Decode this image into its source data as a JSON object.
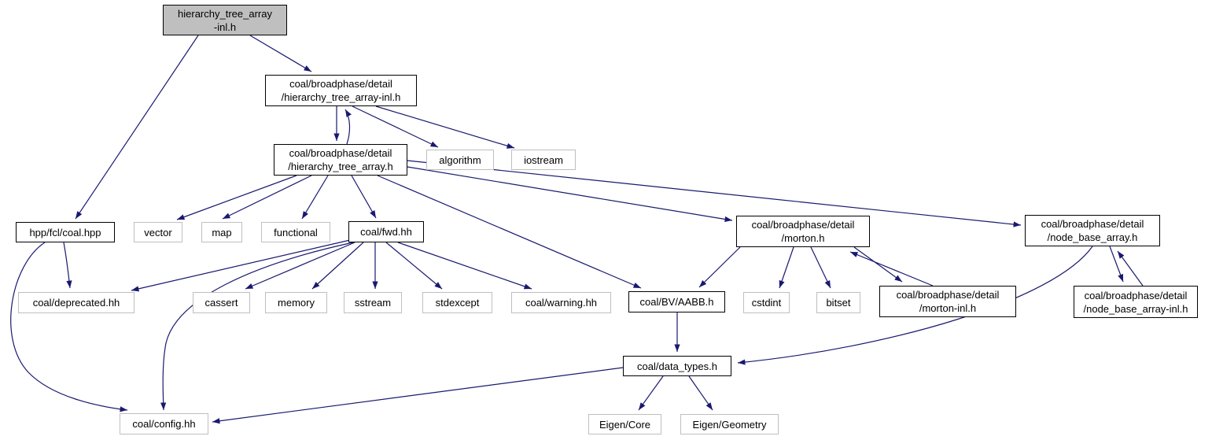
{
  "graph": {
    "type": "include-dependency-graph",
    "colors": {
      "edge": "#191970",
      "node_fill": "#ffffff",
      "root_fill": "#bfbfbf",
      "linked_node_border": "#000000",
      "external_node_border": "#bfbfbf",
      "text": "#000000",
      "background": "#ffffff"
    },
    "nodes": {
      "root": {
        "label": "hierarchy_tree_array\n-inl.h"
      },
      "hta_inl": {
        "label": "coal/broadphase/detail\n/hierarchy_tree_array-inl.h"
      },
      "hta": {
        "label": "coal/broadphase/detail\n/hierarchy_tree_array.h"
      },
      "algorithm": {
        "label": "algorithm"
      },
      "iostream": {
        "label": "iostream"
      },
      "coal_hpp": {
        "label": "hpp/fcl/coal.hpp"
      },
      "vector": {
        "label": "vector"
      },
      "map": {
        "label": "map"
      },
      "functional": {
        "label": "functional"
      },
      "fwd": {
        "label": "coal/fwd.hh"
      },
      "morton": {
        "label": "coal/broadphase/detail\n/morton.h"
      },
      "node_base": {
        "label": "coal/broadphase/detail\n/node_base_array.h"
      },
      "deprecated": {
        "label": "coal/deprecated.hh"
      },
      "cassert": {
        "label": "cassert"
      },
      "memory": {
        "label": "memory"
      },
      "sstream": {
        "label": "sstream"
      },
      "stdexcept": {
        "label": "stdexcept"
      },
      "warning": {
        "label": "coal/warning.hh"
      },
      "aabb": {
        "label": "coal/BV/AABB.h"
      },
      "cstdint": {
        "label": "cstdint"
      },
      "bitset": {
        "label": "bitset"
      },
      "morton_inl": {
        "label": "coal/broadphase/detail\n/morton-inl.h"
      },
      "nb_inl": {
        "label": "coal/broadphase/detail\n/node_base_array-inl.h"
      },
      "data_types": {
        "label": "coal/data_types.h"
      },
      "config": {
        "label": "coal/config.hh"
      },
      "eigen_core": {
        "label": "Eigen/Core"
      },
      "eigen_geom": {
        "label": "Eigen/Geometry"
      }
    },
    "edges": [
      {
        "from": "root",
        "to": "coal_hpp"
      },
      {
        "from": "root",
        "to": "hta_inl"
      },
      {
        "from": "hta_inl",
        "to": "hta"
      },
      {
        "from": "hta",
        "to": "hta_inl"
      },
      {
        "from": "hta_inl",
        "to": "algorithm"
      },
      {
        "from": "hta_inl",
        "to": "iostream"
      },
      {
        "from": "hta",
        "to": "vector"
      },
      {
        "from": "hta",
        "to": "map"
      },
      {
        "from": "hta",
        "to": "functional"
      },
      {
        "from": "hta",
        "to": "fwd"
      },
      {
        "from": "hta",
        "to": "aabb"
      },
      {
        "from": "hta",
        "to": "morton"
      },
      {
        "from": "hta",
        "to": "node_base"
      },
      {
        "from": "coal_hpp",
        "to": "deprecated"
      },
      {
        "from": "coal_hpp",
        "to": "config"
      },
      {
        "from": "fwd",
        "to": "deprecated"
      },
      {
        "from": "fwd",
        "to": "cassert"
      },
      {
        "from": "fwd",
        "to": "memory"
      },
      {
        "from": "fwd",
        "to": "sstream"
      },
      {
        "from": "fwd",
        "to": "stdexcept"
      },
      {
        "from": "fwd",
        "to": "warning"
      },
      {
        "from": "fwd",
        "to": "config"
      },
      {
        "from": "morton",
        "to": "aabb"
      },
      {
        "from": "morton",
        "to": "cstdint"
      },
      {
        "from": "morton",
        "to": "bitset"
      },
      {
        "from": "morton",
        "to": "morton_inl"
      },
      {
        "from": "morton_inl",
        "to": "morton"
      },
      {
        "from": "node_base",
        "to": "data_types"
      },
      {
        "from": "node_base",
        "to": "nb_inl"
      },
      {
        "from": "nb_inl",
        "to": "node_base"
      },
      {
        "from": "aabb",
        "to": "data_types"
      },
      {
        "from": "data_types",
        "to": "config"
      },
      {
        "from": "data_types",
        "to": "eigen_core"
      },
      {
        "from": "data_types",
        "to": "eigen_geom"
      }
    ]
  }
}
